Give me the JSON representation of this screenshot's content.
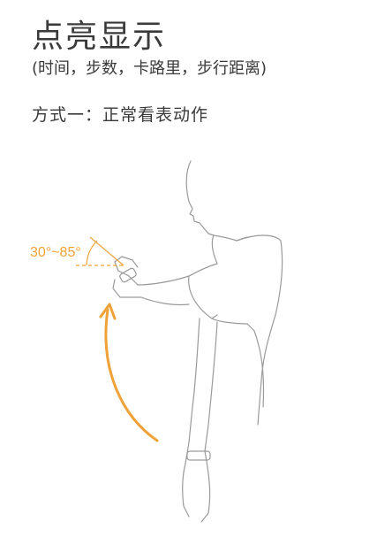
{
  "header": {
    "title": "点亮显示",
    "subtitle": "(时间，步数，卡路里，步行距离)"
  },
  "method": {
    "label": "方式一：正常看表动作"
  },
  "illustration": {
    "angle_label": "30°~85°",
    "accent_color": "#f0a23a",
    "line_color": "#8a8a8a"
  }
}
